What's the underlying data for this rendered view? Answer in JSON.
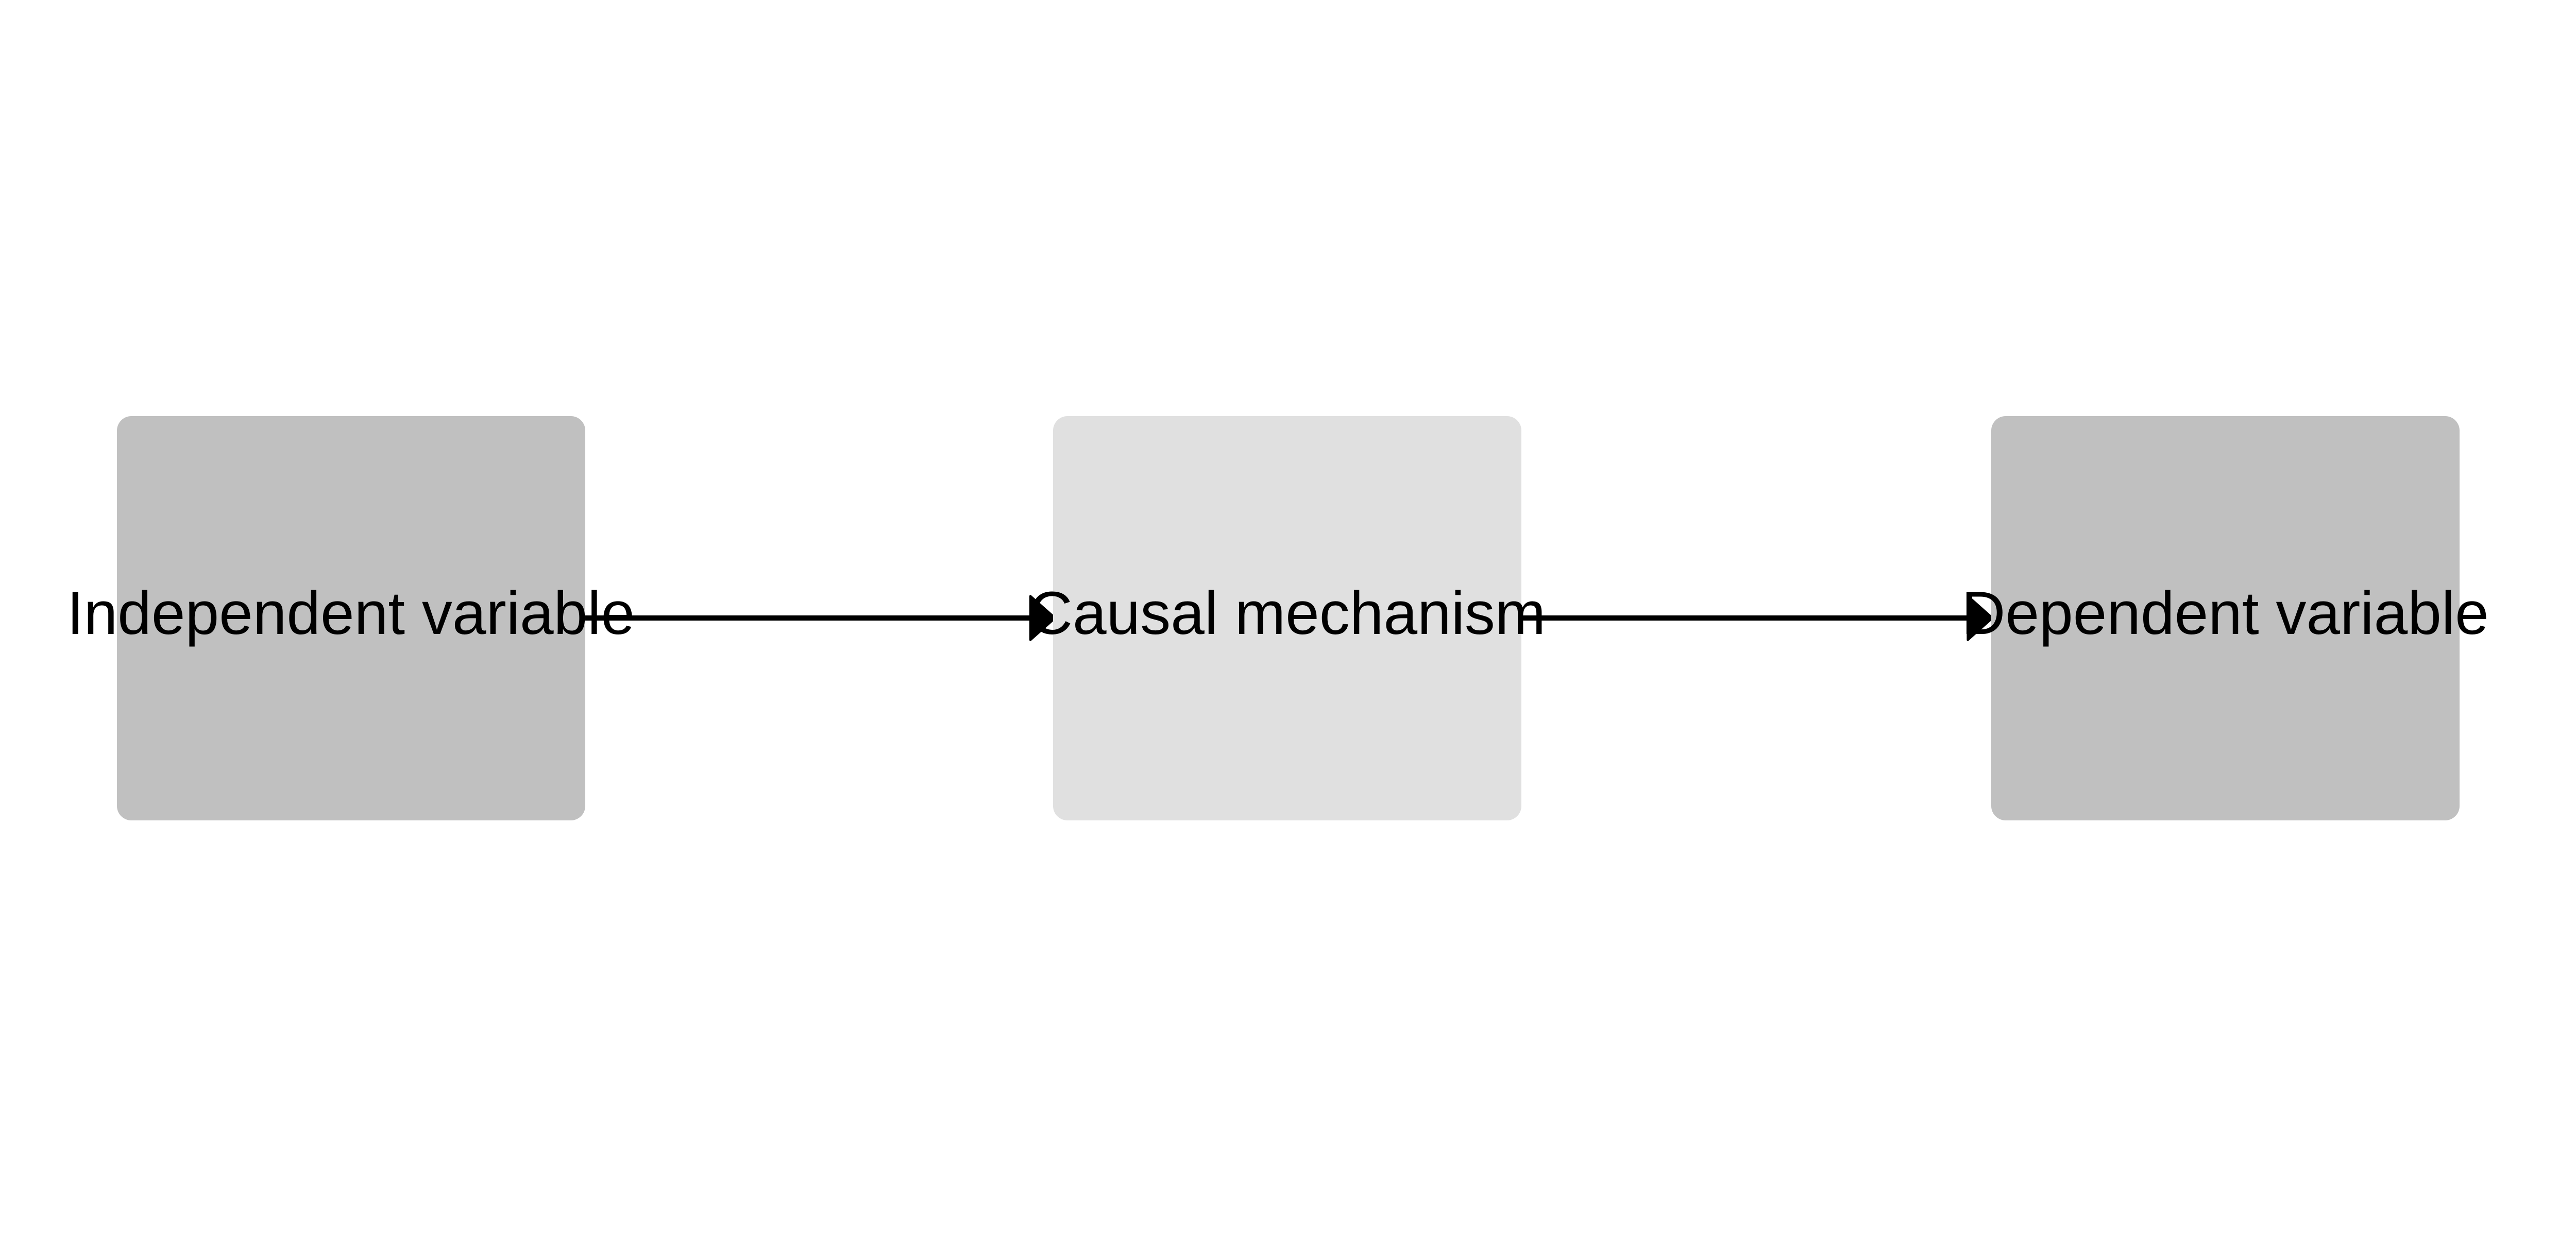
{
  "nodes": [
    {
      "label": "Independent variable",
      "color": "#c0c0c0"
    },
    {
      "label": "Causal mechanism",
      "color": "#e0e0e0"
    },
    {
      "label": "Dependent variable",
      "color": "#c0c0c0"
    }
  ],
  "edges": [
    {
      "from": "Independent variable",
      "to": "Causal mechanism"
    },
    {
      "from": "Causal mechanism",
      "to": "Dependent variable"
    }
  ],
  "arrow_color": "#000000"
}
